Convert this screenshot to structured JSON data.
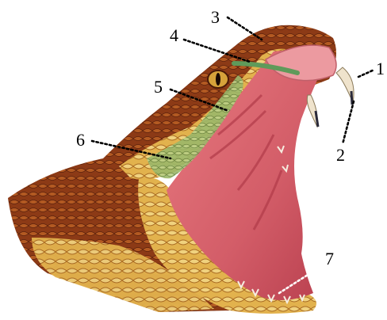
{
  "figure": {
    "colors": {
      "skin_dark": "#7a2e12",
      "skin_mid": "#b8621f",
      "scale_yellow": "#e7bd55",
      "scale_light": "#f2d98c",
      "mouth_red": "#d9606a",
      "mouth_dark": "#b8414e",
      "tongue_pink": "#e58a8e",
      "gland_green": "#7fa35a",
      "fang_ivory": "#f0e6d2"
    },
    "callouts": [
      {
        "label": "1"
      },
      {
        "label": "2"
      },
      {
        "label": "3"
      },
      {
        "label": "4"
      },
      {
        "label": "5"
      },
      {
        "label": "6"
      },
      {
        "label": "7"
      }
    ]
  }
}
